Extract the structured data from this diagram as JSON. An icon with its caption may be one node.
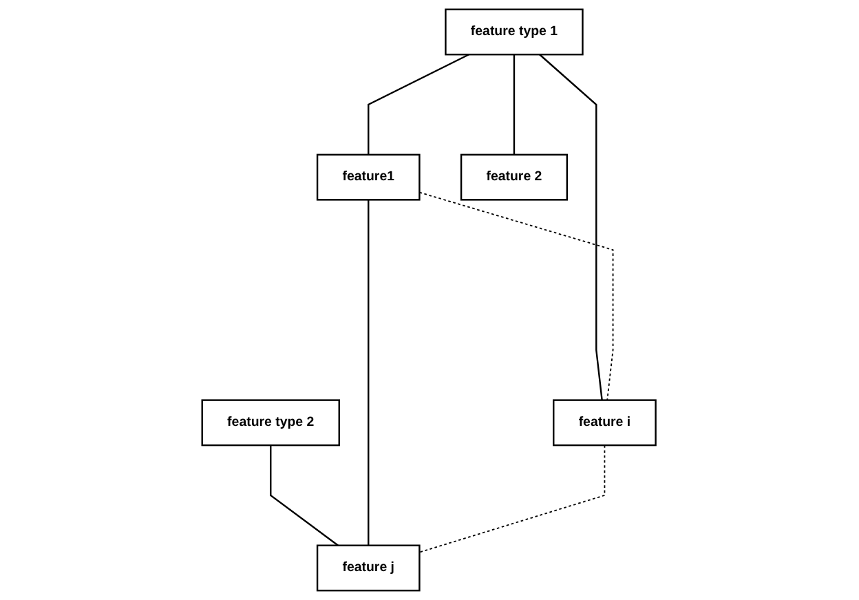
{
  "diagram": {
    "nodes": [
      {
        "text": [
          "feature type 1"
        ]
      },
      {
        "text": [
          "feature type 2"
        ]
      },
      {
        "text": [
          "feature1"
        ]
      },
      {
        "text": [
          "feature 2"
        ]
      },
      {
        "text": [
          "feature i"
        ]
      },
      {
        "text": [
          "feature j"
        ]
      }
    ],
    "edges": [
      {
        "from": 0,
        "to": 2,
        "arrow": "none"
      },
      {
        "from": 0,
        "to": 3,
        "arrow": "none"
      },
      {
        "from": 0,
        "to": 4,
        "arrow": "none"
      },
      {
        "from": 1,
        "to": 5,
        "arrow": "none"
      },
      {
        "from": 2,
        "to": 4,
        "arrow": "none",
        "style": "dashed"
      },
      {
        "from": 2,
        "to": 5,
        "arrow": "none"
      },
      {
        "from": 4,
        "to": 5,
        "arrow": "none",
        "style": "dashed"
      }
    ]
  }
}
